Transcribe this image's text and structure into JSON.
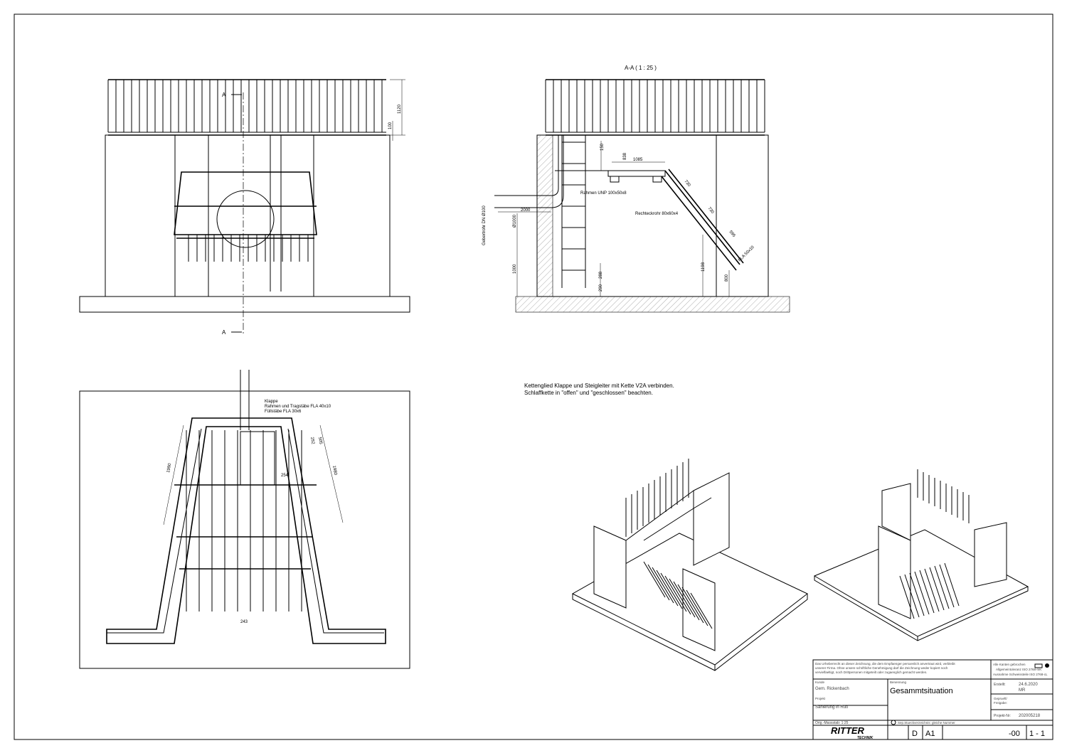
{
  "front_view": {
    "section_label_top": "A",
    "section_label_bottom": "A",
    "dim_height": "1120",
    "dim_base": "100"
  },
  "section_view": {
    "title": "A-A ( 1 : 25 )",
    "labels": {
      "frame": "Rahmen UNP 100x50x8",
      "tube": "Rechteckrohr 80x60x4",
      "flat": "FLA 50x10",
      "pipe": "Gebertrohr DN Ø100"
    },
    "dims": {
      "d150": "150",
      "d838": "838",
      "d1085": "1085",
      "d730a": "730",
      "d730b": "730",
      "d595": "595",
      "d2000": "2000",
      "d1000dia": "Ø1000",
      "d1000": "1000",
      "d288": "288",
      "d290": "290",
      "d1198": "1198",
      "d800": "800"
    }
  },
  "plan_view": {
    "labels": [
      "Klappe",
      "Rahmen und Tragstäbe FLA 40x10",
      "Füllstäbe FLA 30x6"
    ],
    "dims": {
      "left": "1990",
      "right": "1980",
      "d252": "252",
      "d505": "505",
      "d254": "254",
      "d243": "243"
    }
  },
  "note": [
    "Kettenglied Klappe und Steigleiter mit Kette V2A verbinden.",
    "Schlaffkette in \"offen\" und \"geschlossen\" beachten."
  ],
  "title_block": {
    "copyright": [
      "Das Urheberrecht an dieser Zeichnung, die dem Empfaenger persoenlich anvertraut wird, verbleibt",
      "unserer Firma. Ohne unsere schriftliche Genehmigung darf die Zeichnung weder kopiert noch",
      "vervielfaeltigt, noch Drittpersonen mitgeteilt oder zugaenglich gemacht werden."
    ],
    "tolerances": [
      "Alle Kanten gebrochen",
      "Allgemeintoleranz ISO 2768-mK",
      "Ausnahme Schweissteile ISO 2768-cL"
    ],
    "kunde_label": "Kunde",
    "kunde": "Gem. Rickenbach",
    "projekt_label": "Projekt",
    "projekt": "Sanierung in Rüti",
    "scale": "Orig.-Massstab: 1:25",
    "benennung_label": "Benennung",
    "benennung": "Gesammtsituation",
    "parts_note": "Sep.Stueckverzeichnis: gleiche Nummer",
    "erstellt_label": "Erstellt:",
    "date": "24.6.2020",
    "author": "MR",
    "geprueft_label": [
      "Geprueft/",
      "Freigabe:"
    ],
    "projektnr_label": "Projekt-Nr:",
    "projektnr": "202005218",
    "logo": "RITTER",
    "logo_sub": "TECHNIK",
    "size": "D",
    "format": "A1",
    "revision": "-00",
    "sheet": "1 - 1"
  }
}
